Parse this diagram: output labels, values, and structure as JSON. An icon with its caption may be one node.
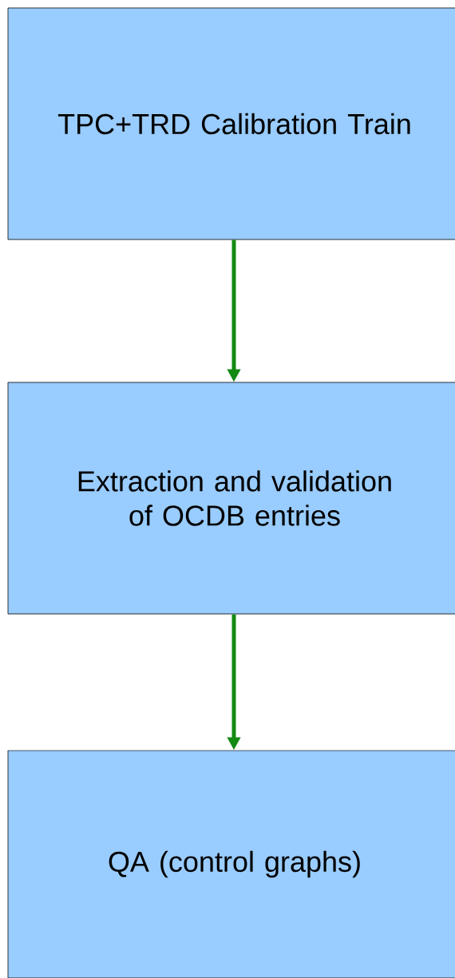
{
  "diagram": {
    "nodes": [
      {
        "text": [
          "TPC+TRD Calibration Train"
        ]
      },
      {
        "text": [
          "Extraction and validation of OCDB entries"
        ]
      },
      {
        "text": [
          "QA (control graphs)"
        ]
      }
    ],
    "edges": [
      {
        "from": 0,
        "to": 1,
        "arrow": "to"
      },
      {
        "from": 1,
        "to": 2,
        "arrow": "to"
      }
    ]
  }
}
